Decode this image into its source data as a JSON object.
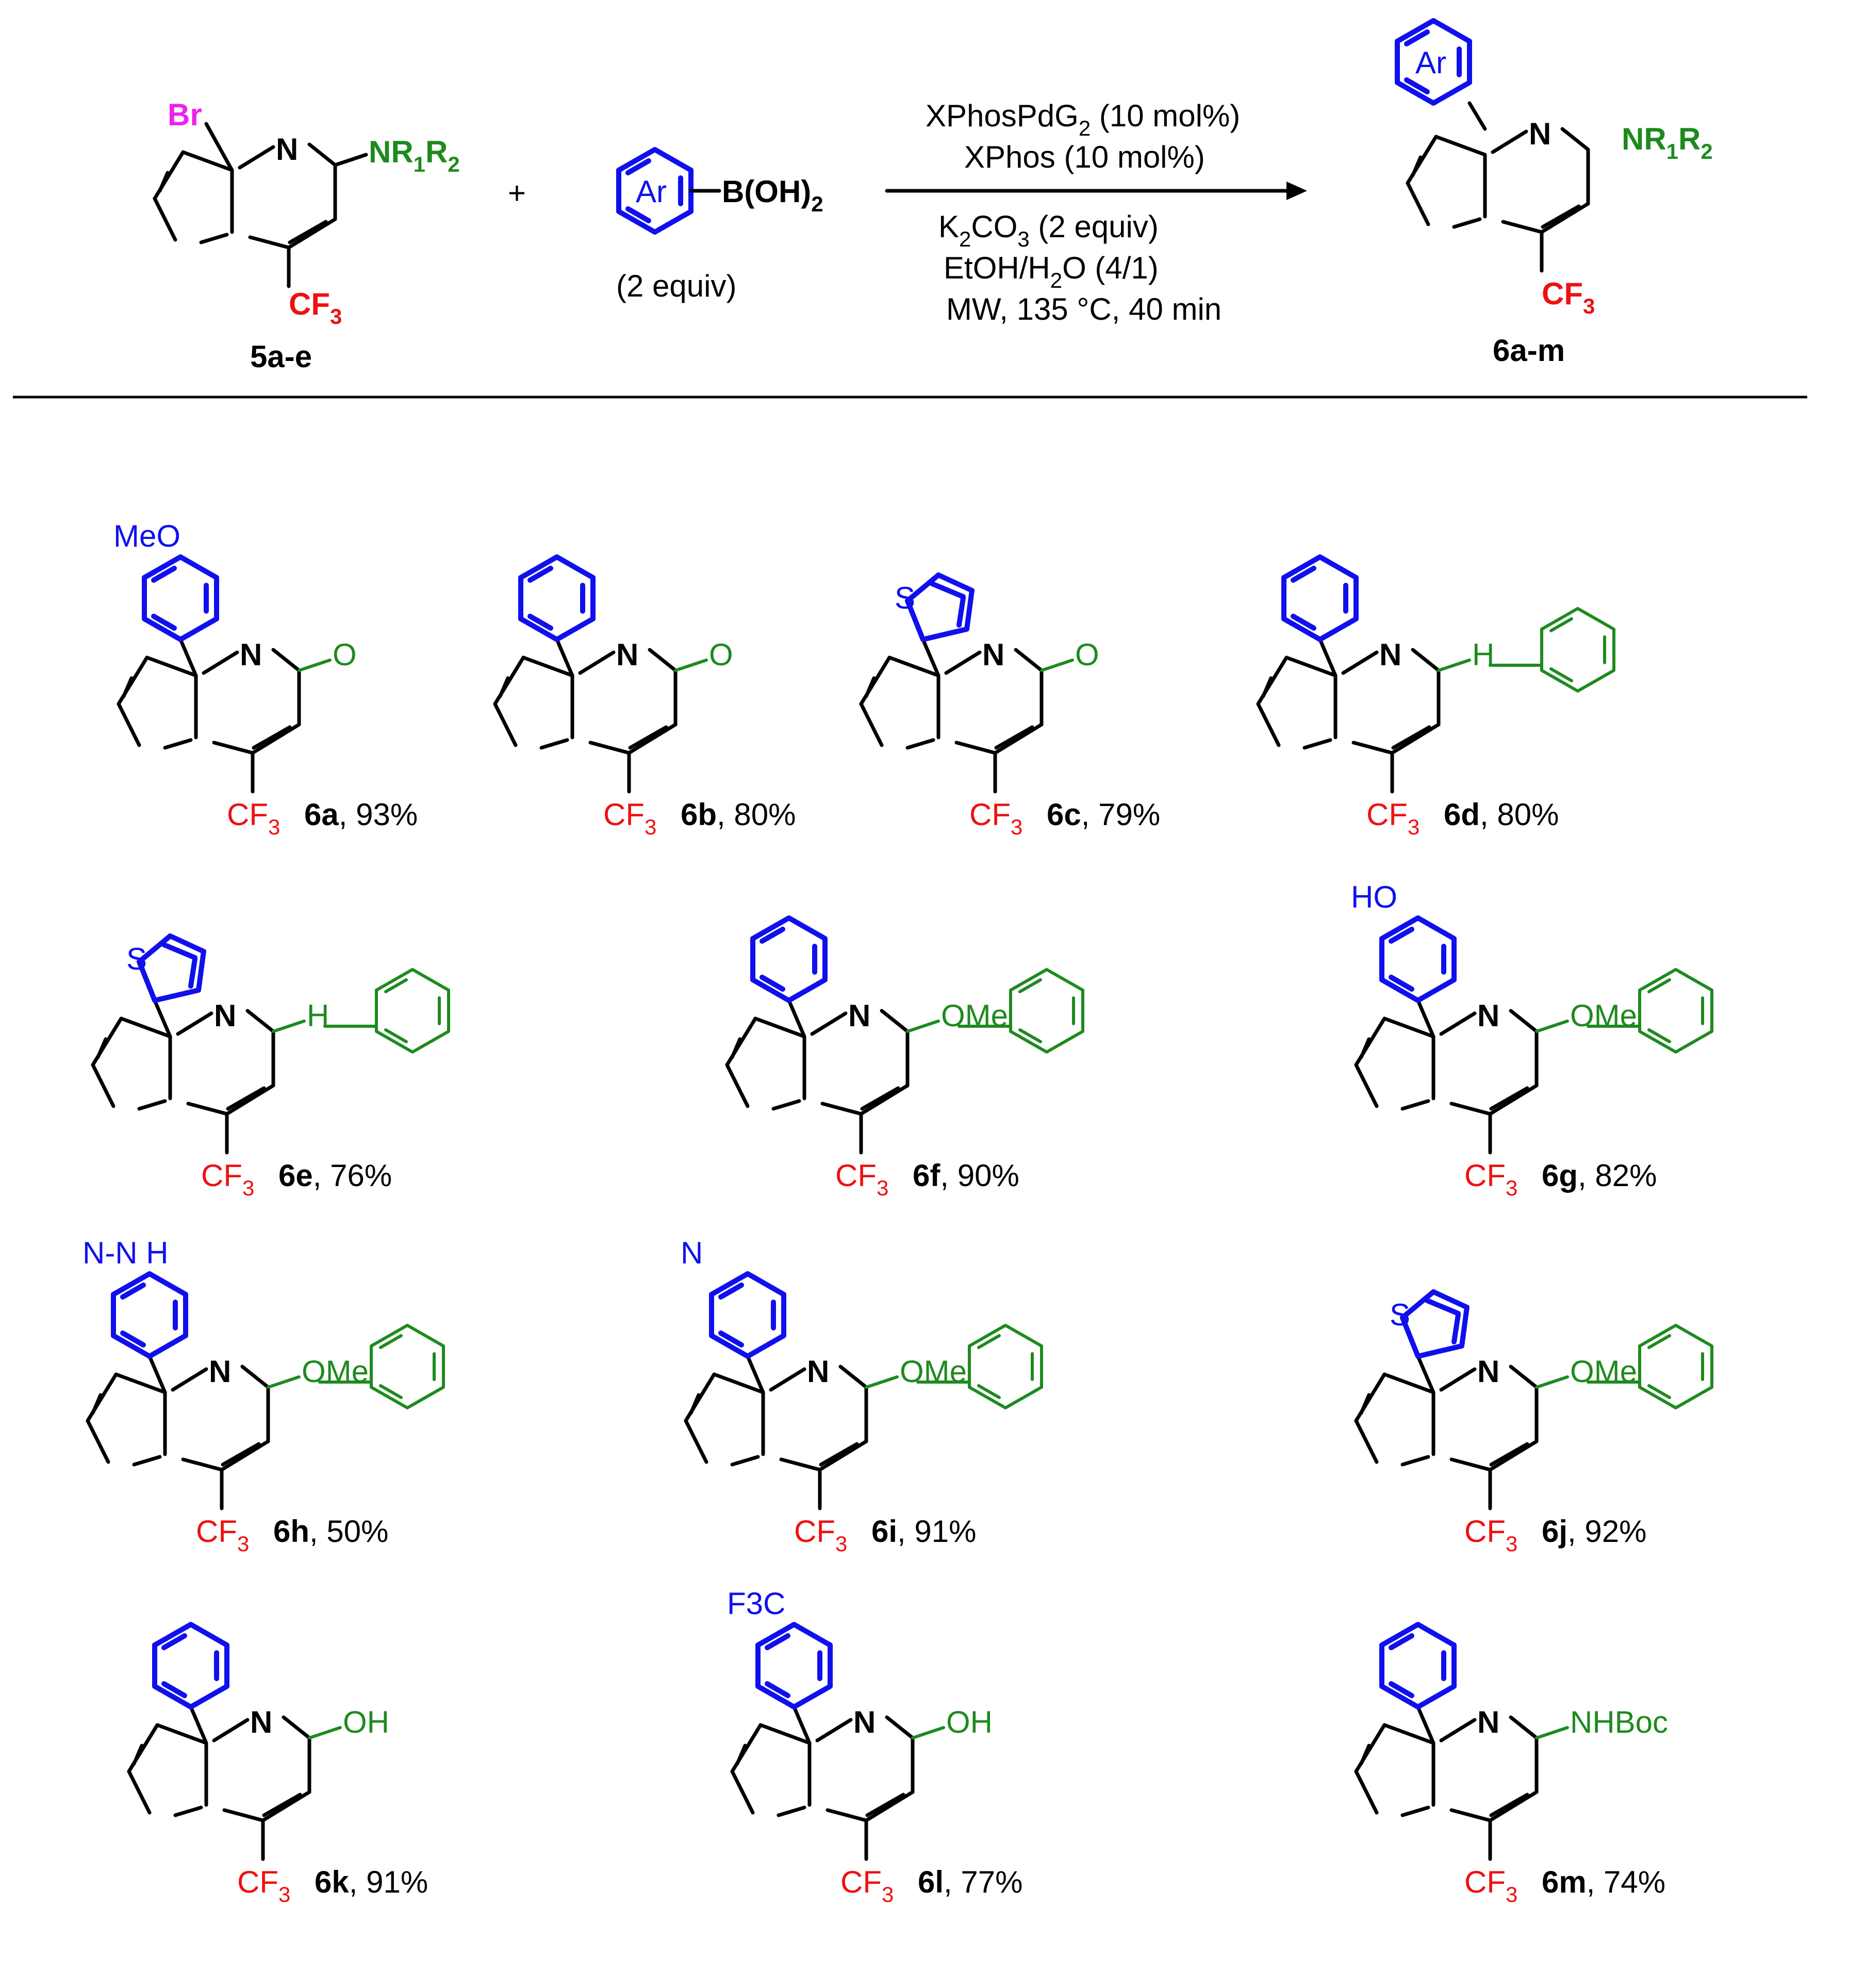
{
  "reaction": {
    "substituent_br": "Br",
    "substituent_amine": "NR",
    "amine_sub1": "1",
    "amine_r2": "R",
    "amine_sub2": "2",
    "cf3_c": "CF",
    "cf3_sub": "3",
    "ring_n": "N",
    "start_label": "5a-e",
    "plus": "+",
    "ar_label": "Ar",
    "boronic_b": "B(OH)",
    "boronic_sub": "2",
    "boronic_equiv": "(2 equiv)",
    "cond_line1_a": "XPhosPdG",
    "cond_line1_sub": "2",
    "cond_line1_b": " (10 mol%)",
    "cond_line2": "XPhos (10 mol%)",
    "cond_line3_a": "K",
    "cond_line3_sub1": "2",
    "cond_line3_b": "CO",
    "cond_line3_sub2": "3",
    "cond_line3_c": " (2 equiv)",
    "cond_line4_a": "EtOH/H",
    "cond_line4_sub": "2",
    "cond_line4_b": "O (4/1)",
    "cond_line5": "MW, 135 °C, 40 min",
    "product_label": "6a-m"
  },
  "colors": {
    "aryl": "#1010ee",
    "amine": "#1e8a1e",
    "cf3": "#ee1111",
    "br": "#ee22ee",
    "core": "#000000"
  },
  "products": [
    {
      "id": "6a",
      "yield": ", 93%",
      "aryl_text": "MeO",
      "amine_text": "O"
    },
    {
      "id": "6b",
      "yield": ", 80%",
      "aryl_text": "",
      "amine_text": "O"
    },
    {
      "id": "6c",
      "yield": ", 79%",
      "aryl_text": "S",
      "amine_text": "O"
    },
    {
      "id": "6d",
      "yield": ", 80%",
      "aryl_text": "",
      "amine_text": "H"
    },
    {
      "id": "6e",
      "yield": ", 76%",
      "aryl_text": "S",
      "amine_text": "H"
    },
    {
      "id": "6f",
      "yield": ", 90%",
      "aryl_text": "",
      "amine_text": "OMe"
    },
    {
      "id": "6g",
      "yield": ", 82%",
      "aryl_text": "HO",
      "amine_text": "OMe"
    },
    {
      "id": "6h",
      "yield": ", 50%",
      "aryl_text": "N-N H",
      "amine_text": "OMe"
    },
    {
      "id": "6i",
      "yield": ", 91%",
      "aryl_text": "N",
      "amine_text": "OMe"
    },
    {
      "id": "6j",
      "yield": ", 92%",
      "aryl_text": "S",
      "amine_text": "OMe"
    },
    {
      "id": "6k",
      "yield": ", 91%",
      "aryl_text": "",
      "amine_text": "OH"
    },
    {
      "id": "6l",
      "yield": ", 77%",
      "aryl_text": "F3C",
      "amine_text": "OH"
    },
    {
      "id": "6m",
      "yield": ", 74%",
      "aryl_text": "",
      "amine_text": "NHBoc"
    }
  ]
}
